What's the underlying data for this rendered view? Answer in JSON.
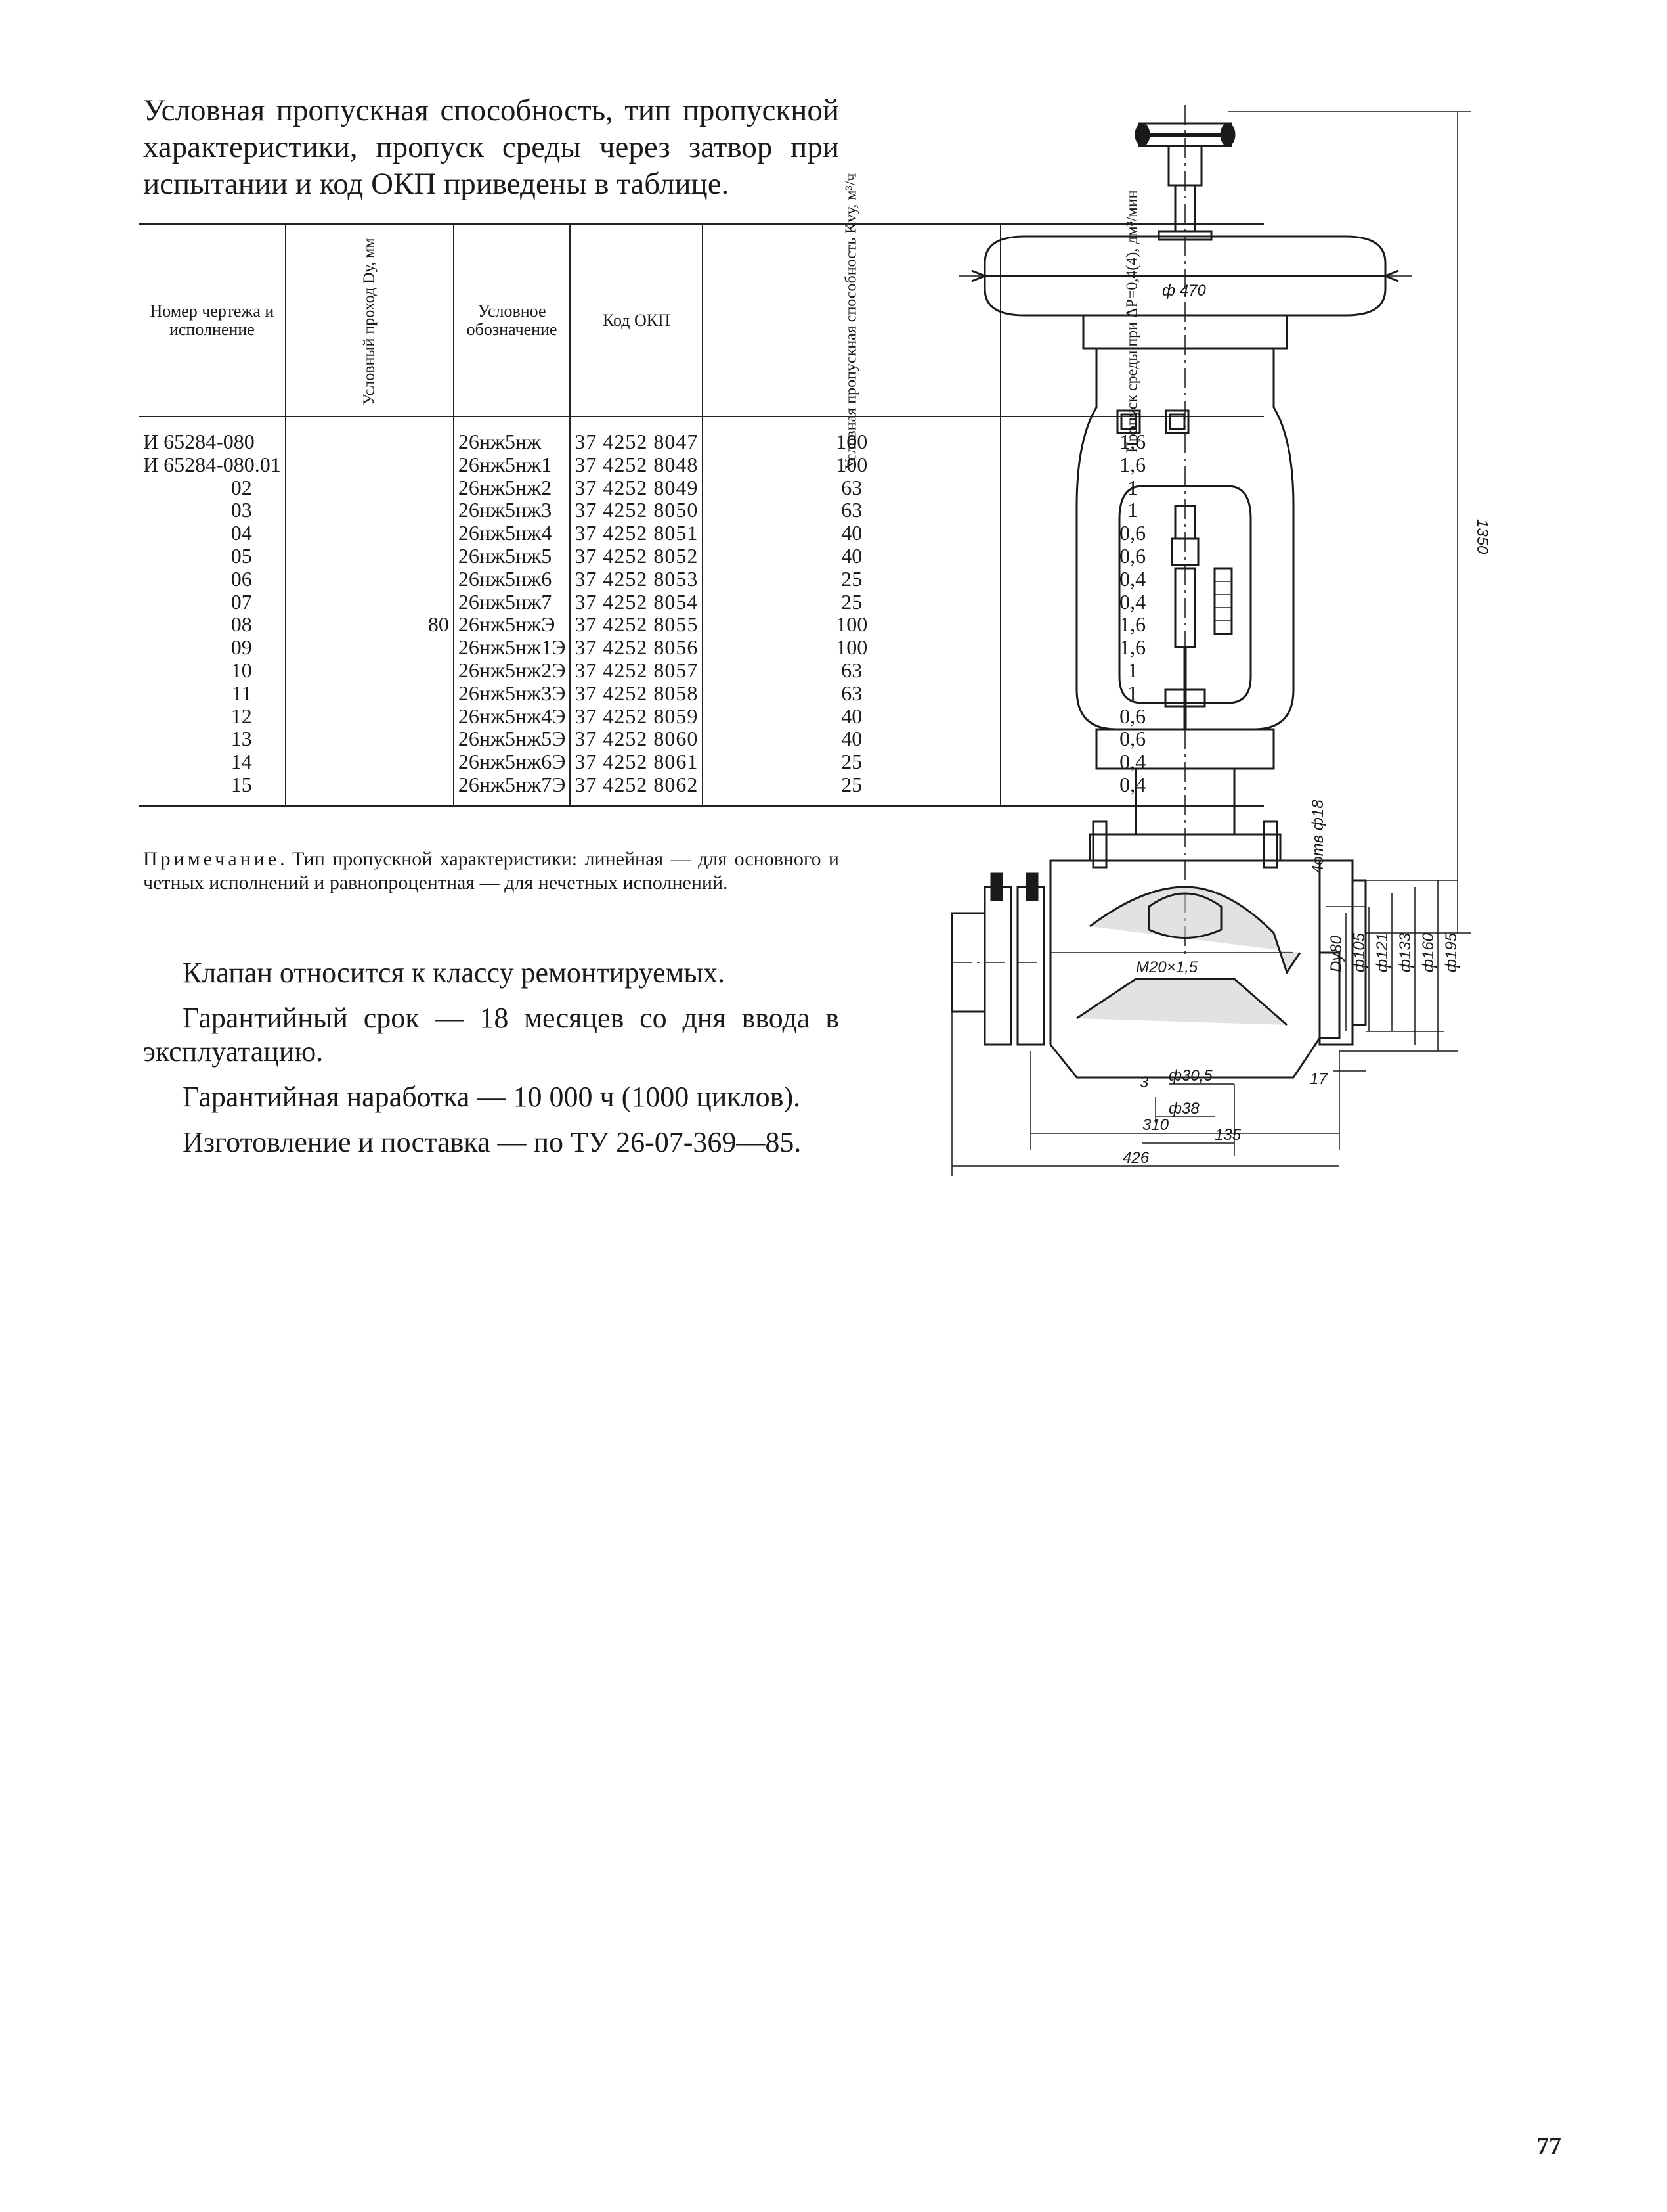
{
  "intro": "Условная пропускная способность, тип пропускной характеристики, пропуск среды через затвор при испытании и код ОКП приведены в таблице.",
  "table": {
    "headers": {
      "drawing": "Номер чертежа и исполнение",
      "dn": "Условный проход Dу, мм",
      "designation": "Условное обозначение",
      "okp": "Код ОКП",
      "kv": "Условная пропускная способность Kvу, м³/ч",
      "leak": "Пропуск среды при ΔP=0,4(4), дм³/мин"
    },
    "dn_value": "80",
    "rows": [
      {
        "num": "И 65284-080",
        "des": "26нж5нж",
        "code": "37 4252 8047",
        "kv": "100",
        "leak": "1,6"
      },
      {
        "num": "И 65284-080.01",
        "des": "26нж5нж1",
        "code": "37 4252 8048",
        "kv": "100",
        "leak": "1,6"
      },
      {
        "num": "02",
        "des": "26нж5нж2",
        "code": "37 4252 8049",
        "kv": "63",
        "leak": "1"
      },
      {
        "num": "03",
        "des": "26нж5нж3",
        "code": "37 4252 8050",
        "kv": "63",
        "leak": "1"
      },
      {
        "num": "04",
        "des": "26нж5нж4",
        "code": "37 4252 8051",
        "kv": "40",
        "leak": "0,6"
      },
      {
        "num": "05",
        "des": "26нж5нж5",
        "code": "37 4252 8052",
        "kv": "40",
        "leak": "0,6"
      },
      {
        "num": "06",
        "des": "26нж5нж6",
        "code": "37 4252 8053",
        "kv": "25",
        "leak": "0,4"
      },
      {
        "num": "07",
        "des": "26нж5нж7",
        "code": "37 4252 8054",
        "kv": "25",
        "leak": "0,4"
      },
      {
        "num": "08",
        "des": "26нж5нжЭ",
        "code": "37 4252 8055",
        "kv": "100",
        "leak": "1,6"
      },
      {
        "num": "09",
        "des": "26нж5нж1Э",
        "code": "37 4252 8056",
        "kv": "100",
        "leak": "1,6"
      },
      {
        "num": "10",
        "des": "26нж5нж2Э",
        "code": "37 4252 8057",
        "kv": "63",
        "leak": "1"
      },
      {
        "num": "11",
        "des": "26нж5нж3Э",
        "code": "37 4252 8058",
        "kv": "63",
        "leak": "1"
      },
      {
        "num": "12",
        "des": "26нж5нж4Э",
        "code": "37 4252 8059",
        "kv": "40",
        "leak": "0,6"
      },
      {
        "num": "13",
        "des": "26нж5нж5Э",
        "code": "37 4252 8060",
        "kv": "40",
        "leak": "0,6"
      },
      {
        "num": "14",
        "des": "26нж5нж6Э",
        "code": "37 4252 8061",
        "kv": "25",
        "leak": "0,4"
      },
      {
        "num": "15",
        "des": "26нж5нж7Э",
        "code": "37 4252 8062",
        "kv": "25",
        "leak": "0,4"
      }
    ]
  },
  "note": {
    "label": "Примечание",
    "text": ". Тип пропускной характеристики: линейная — для основного и четных исполнений и равнопроцентная — для нечетных исполнений."
  },
  "paragraphs": [
    "Клапан относится к классу ремонтируемых.",
    "Гарантийный срок — 18 месяцев со дня ввода в эксплуатацию.",
    "Гарантийная наработка — 10 000 ч (1000 циклов).",
    "Изготовление и поставка — по ТУ 26-07-369—85."
  ],
  "drawing": {
    "dims": {
      "d470": "ф 470",
      "h1350": "1350",
      "holes": "4отв ф18",
      "dy80": "Dу80",
      "d105": "ф105",
      "d121": "ф121",
      "d133": "ф133",
      "d160": "ф160",
      "d195": "ф195",
      "m20": "M20×1,5",
      "d305": "ф30,5",
      "d38": "ф38",
      "d3": "3",
      "l17": "17",
      "l135": "135",
      "l310": "310",
      "l426": "426"
    }
  },
  "page_number": "77"
}
